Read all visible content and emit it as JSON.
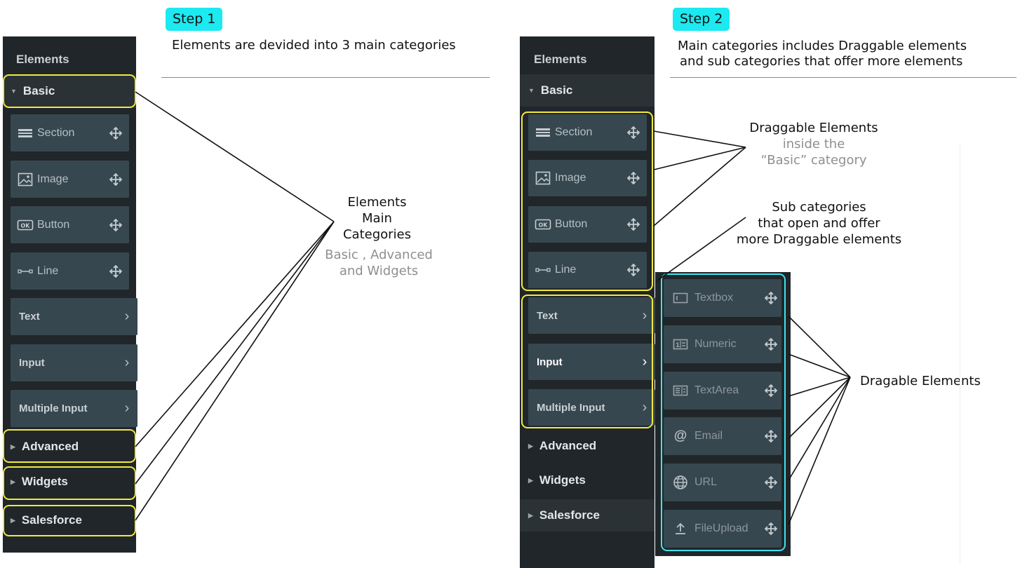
{
  "step1": {
    "badge": "Step 1",
    "caption": "Elements are devided into 3 main categories",
    "panel_title": "Elements",
    "categories": {
      "basic": "Basic",
      "advanced": "Advanced",
      "widgets": "Widgets",
      "salesforce": "Salesforce"
    },
    "elements": [
      {
        "label": "Section",
        "icon": "section-icon"
      },
      {
        "label": "Image",
        "icon": "image-icon"
      },
      {
        "label": "Button",
        "icon": "button-icon"
      },
      {
        "label": "Line",
        "icon": "line-icon"
      }
    ],
    "subcategories": [
      "Text",
      "Input",
      "Multiple Input"
    ],
    "annotation": {
      "l1": "Elements",
      "l2": "Main",
      "l3": "Categories",
      "g1": "Basic , Advanced",
      "g2": "and Widgets"
    }
  },
  "step2": {
    "badge": "Step 2",
    "caption_l1": "Main categories includes Draggable elements",
    "caption_l2": "and sub categories that offer more elements",
    "panel_title": "Elements",
    "categories": {
      "basic": "Basic",
      "advanced": "Advanced",
      "widgets": "Widgets",
      "salesforce": "Salesforce"
    },
    "elements": [
      {
        "label": "Section",
        "icon": "section-icon"
      },
      {
        "label": "Image",
        "icon": "image-icon"
      },
      {
        "label": "Button",
        "icon": "button-icon"
      },
      {
        "label": "Line",
        "icon": "line-icon"
      }
    ],
    "subcategories": [
      "Text",
      "Input",
      "Multiple Input"
    ],
    "active_subcategory": "Input",
    "input_elements": [
      {
        "label": "Textbox",
        "icon": "textbox-icon"
      },
      {
        "label": "Numeric",
        "icon": "numeric-icon"
      },
      {
        "label": "TextArea",
        "icon": "textarea-icon"
      },
      {
        "label": "Email",
        "icon": "email-icon"
      },
      {
        "label": "URL",
        "icon": "globe-icon"
      },
      {
        "label": "FileUpload",
        "icon": "upload-icon"
      }
    ],
    "anno_draggable": {
      "l1": "Draggable  Elements",
      "g1": "inside the",
      "g2": "“Basic” category"
    },
    "anno_sub": {
      "l1": "Sub categories",
      "l2": "that open and offer",
      "l3": "more Draggable  elements"
    },
    "anno_dragable2": "Dragable Elements"
  },
  "colors": {
    "panel": "#202629",
    "tile": "#37474f",
    "highlight_yellow": "#f2ea3c",
    "highlight_cyan": "#3fe3ee",
    "badge": "#1de9f0"
  }
}
